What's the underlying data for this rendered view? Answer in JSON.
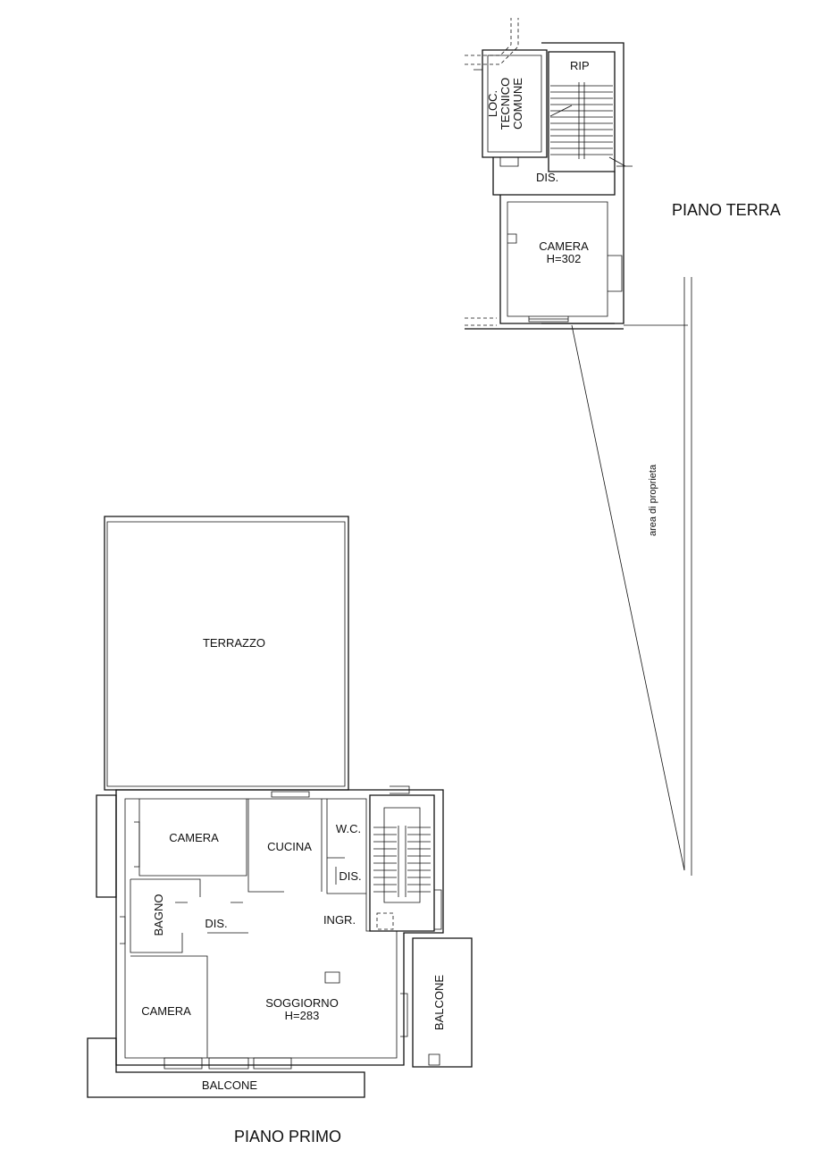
{
  "floors": {
    "ground": {
      "title": "PIANO TERRA",
      "rooms": {
        "rip": "RIP",
        "loc_line1": "LOC.",
        "loc_line2": "TECNICO",
        "loc_line3": "COMUNE",
        "dis": "DIS.",
        "camera": "CAMERA",
        "camera_height": "H=302"
      },
      "property_label": "area di proprieta"
    },
    "first": {
      "title": "PIANO PRIMO",
      "rooms": {
        "terrazzo": "TERRAZZO",
        "camera_top": "CAMERA",
        "cucina": "CUCINA",
        "wc": "W.C.",
        "dis_right": "DIS.",
        "bagno": "BAGNO",
        "dis_left": "DIS.",
        "ingr": "INGR.",
        "camera_bottom": "CAMERA",
        "soggiorno": "SOGGIORNO",
        "soggiorno_height": "H=283",
        "balcone_right": "BALCONE",
        "balcone_bottom": "BALCONE"
      }
    }
  }
}
